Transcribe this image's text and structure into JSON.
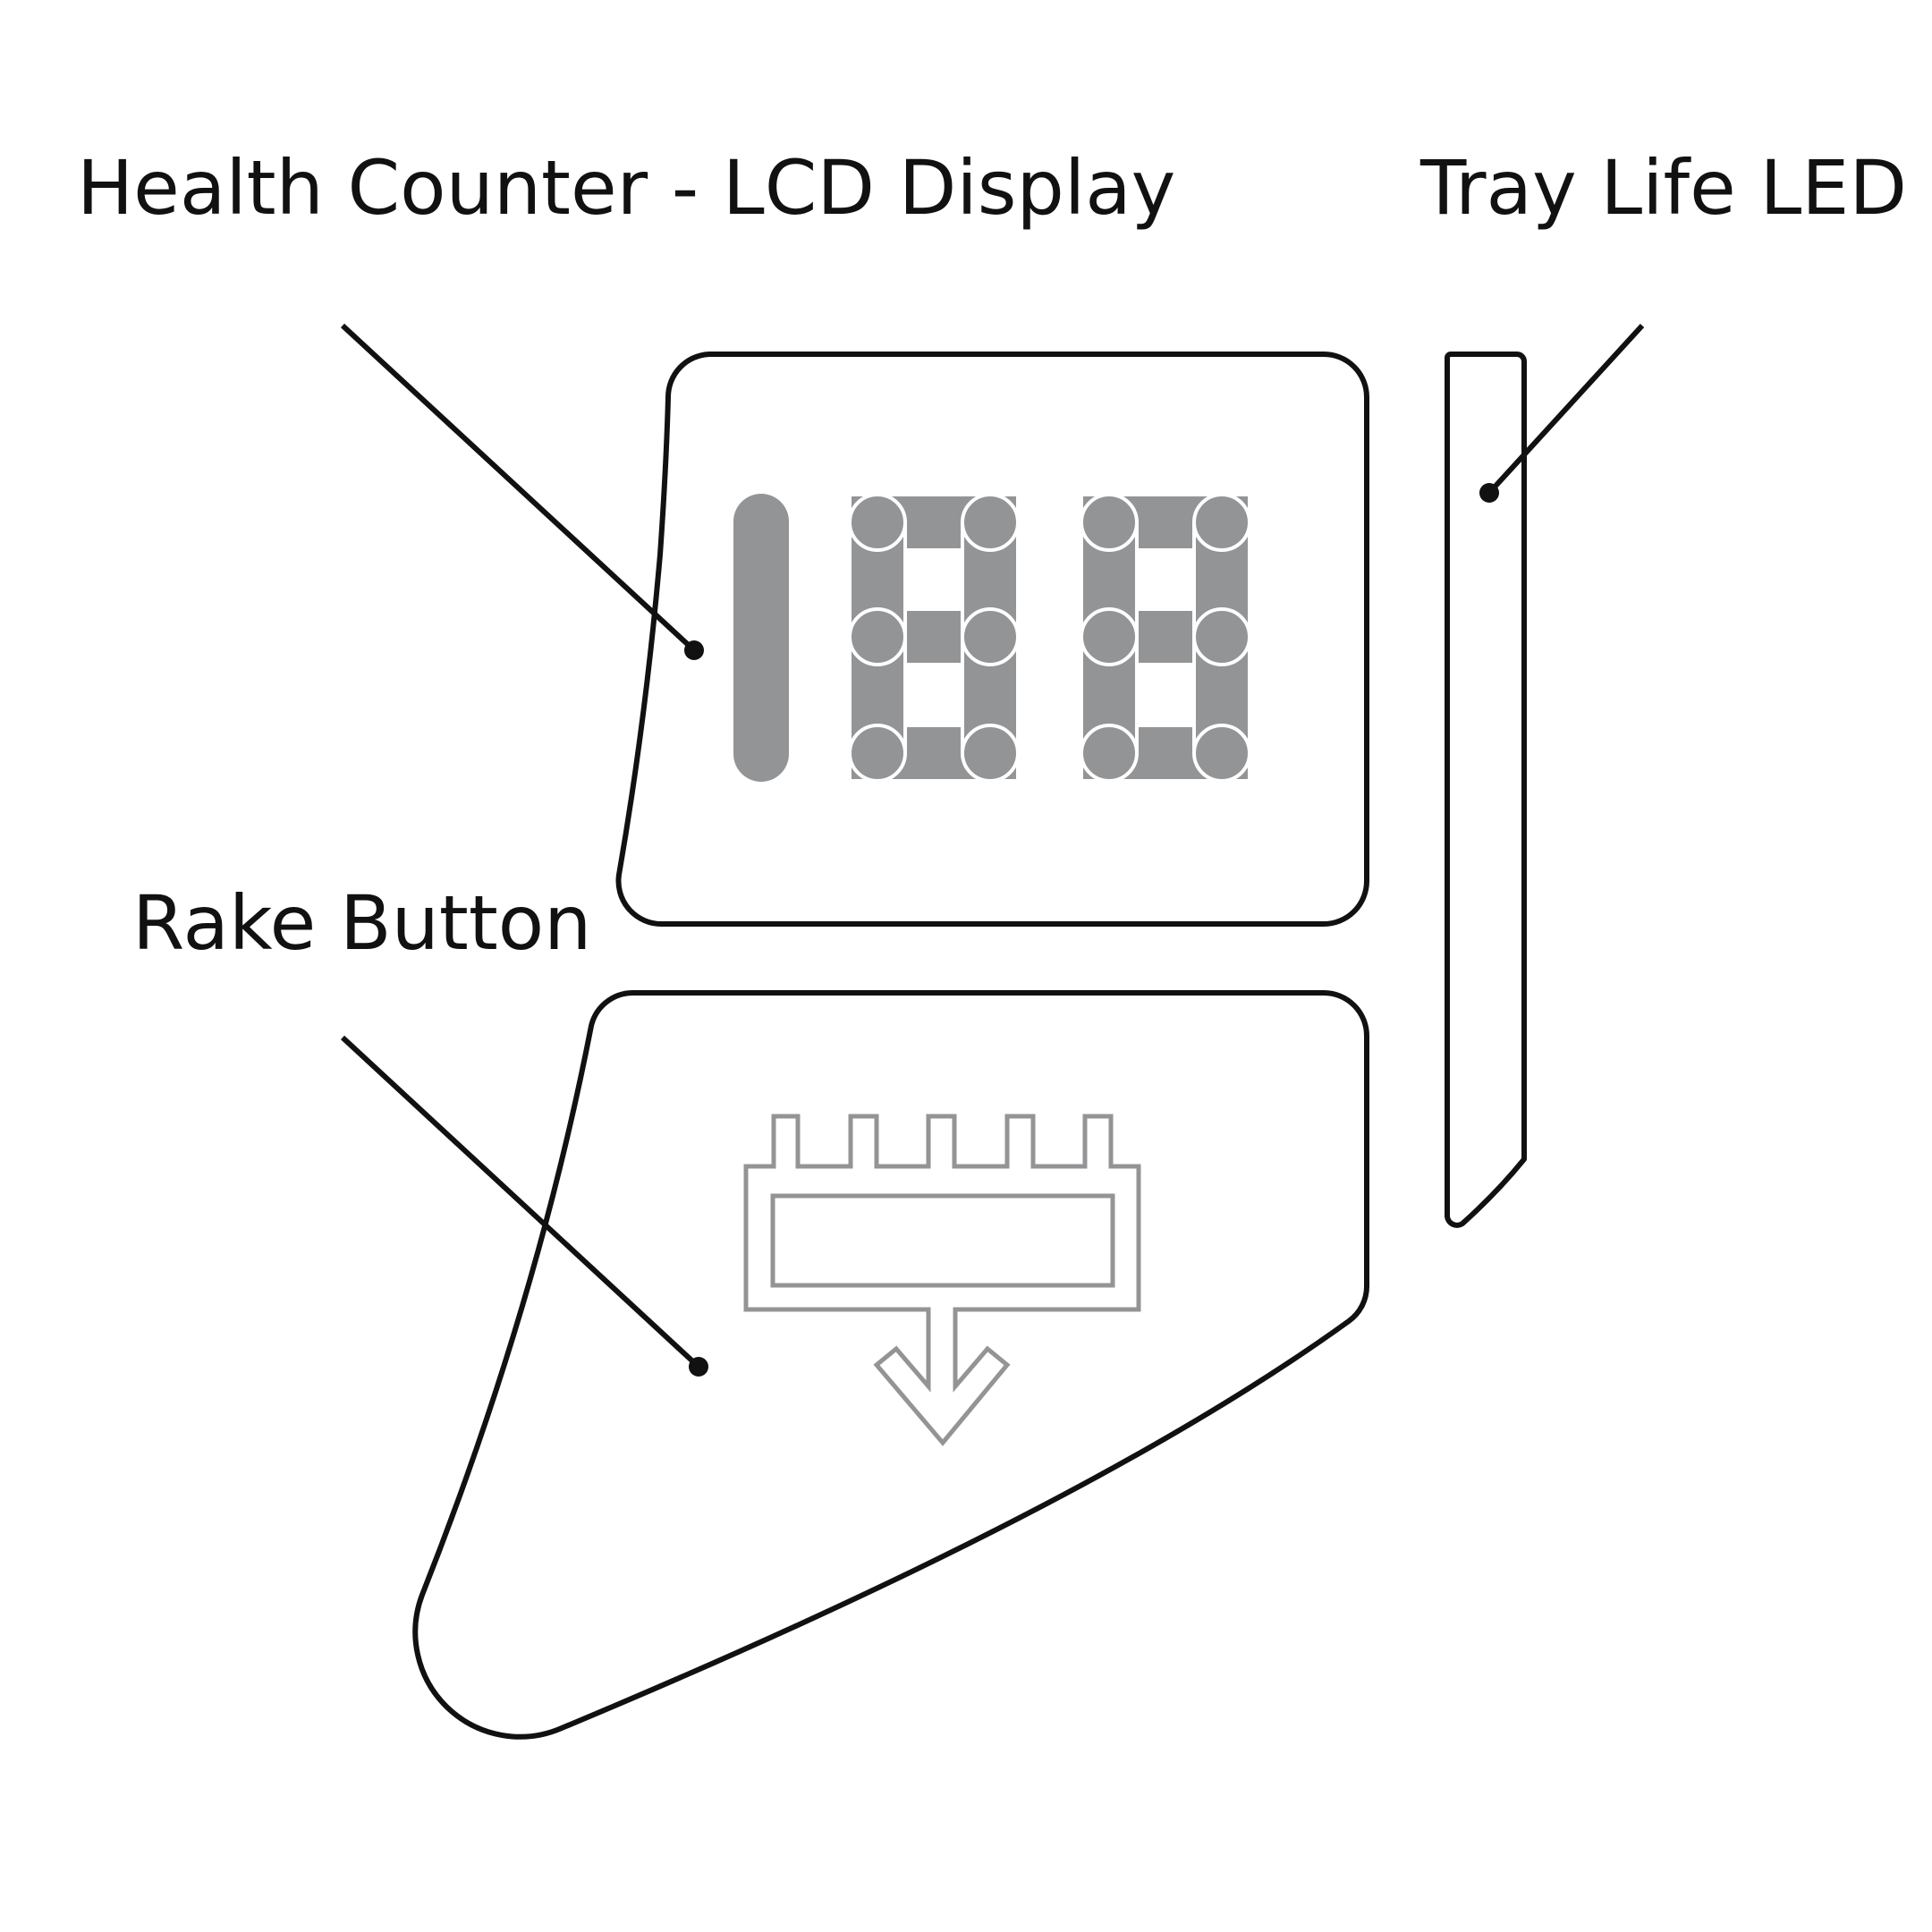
{
  "labels": {
    "health_counter": "Health Counter - LCD Display",
    "tray_life": "Tray Life LED",
    "rake_button": "Rake Button"
  },
  "colors": {
    "outline": "#111111",
    "segment_fill": "#939496",
    "icon_stroke": "#939496",
    "background": "#ffffff"
  },
  "lcd_readout": "188"
}
